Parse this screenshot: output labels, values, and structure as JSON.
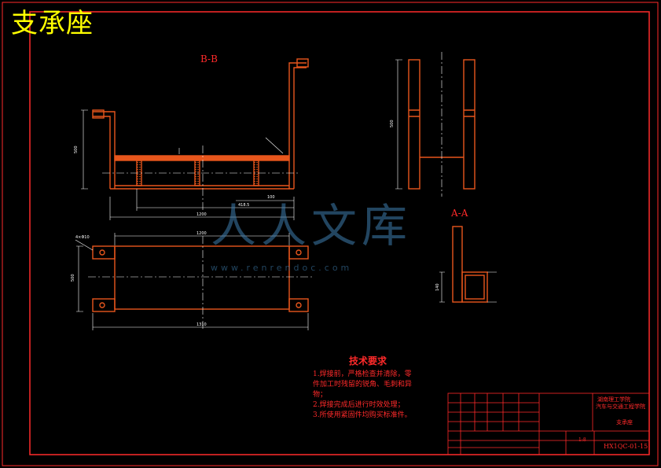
{
  "drawing": {
    "title": "支承座",
    "section_bb_label": "B-B",
    "section_aa_label": "A-A"
  },
  "tech_requirements": {
    "heading": "技术要求",
    "lines": [
      "1.焊接前，严格检查并清除，零",
      "件加工时残留的锐角、毛刺和异",
      "物；",
      "2.焊接完成后进行时效处理；",
      "3.所使用紧固件均购买标准件。"
    ]
  },
  "title_block": {
    "school": "湖南理工学院",
    "department": "汽车与交通工程学院",
    "part_name": "支承座",
    "drawing_no": "HX1QC-01-15",
    "scale": "1:8"
  },
  "watermark": {
    "text_cn": "人人文库",
    "url": "www.renrendoc.com"
  },
  "colors": {
    "background": "#000000",
    "frame": "#ff2a2a",
    "part": "#e8561c",
    "dimension": "#ffffff",
    "title_text": "#ffff00"
  }
}
